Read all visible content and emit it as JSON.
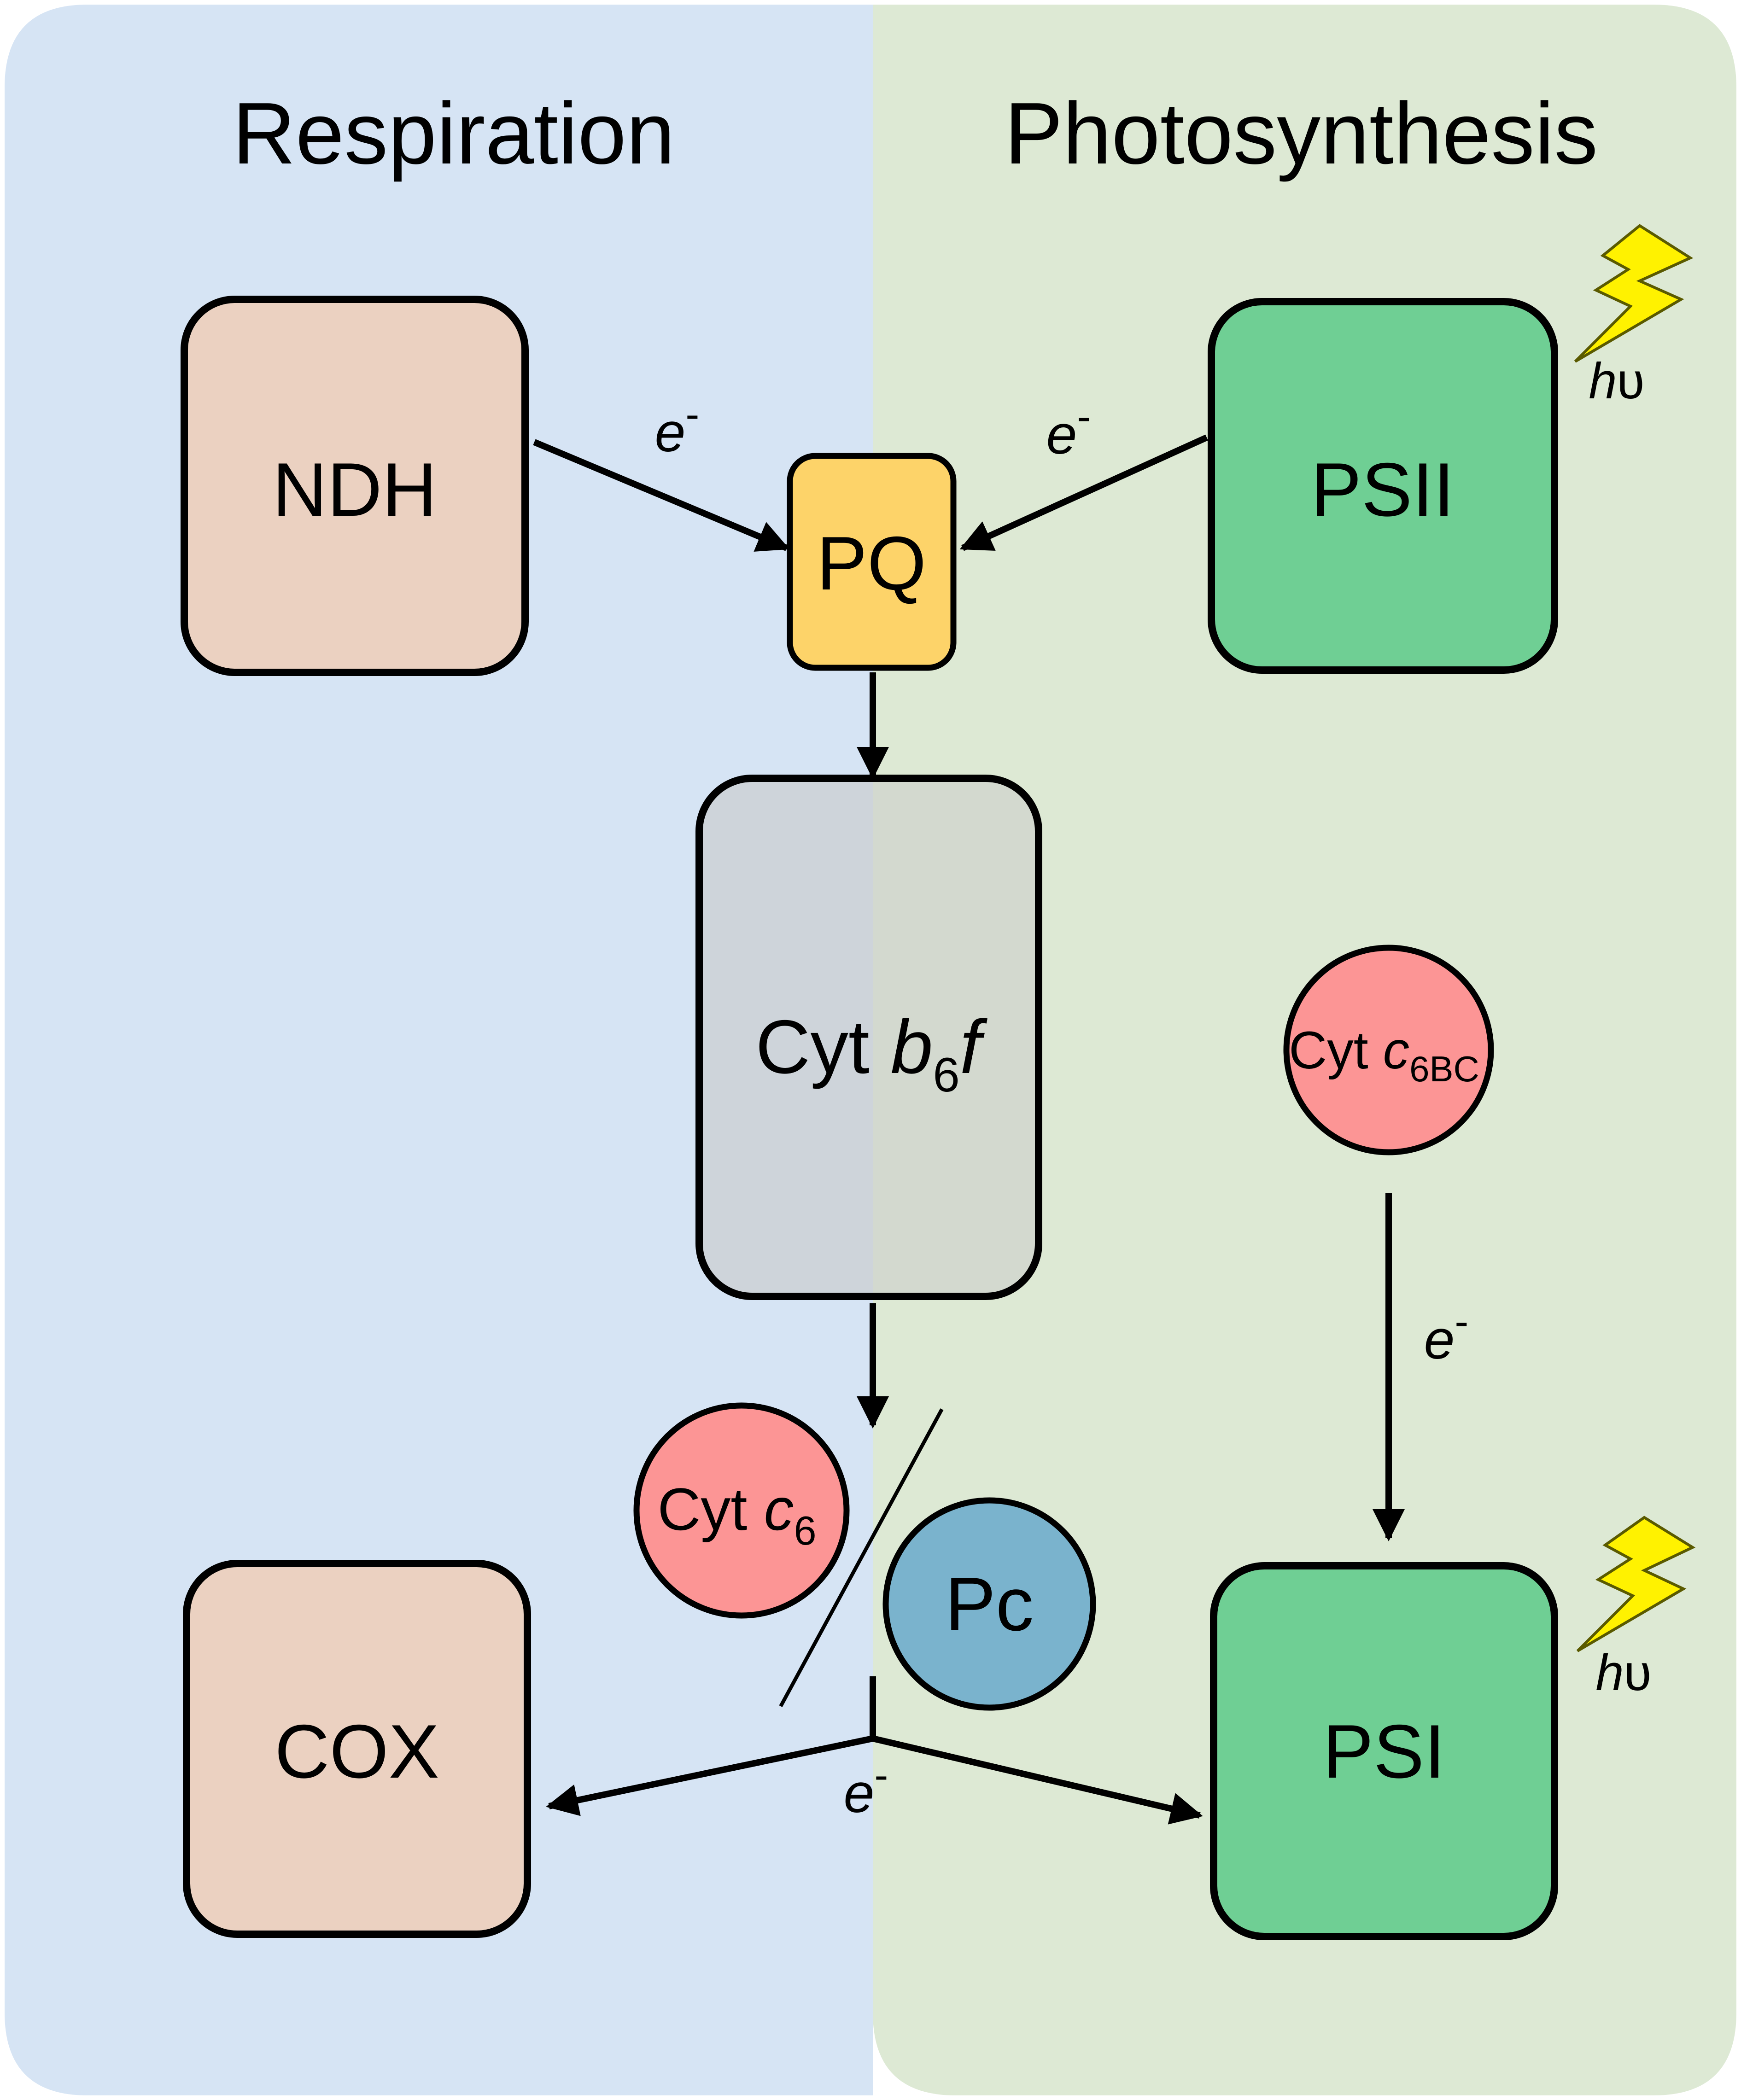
{
  "panels": {
    "respiration": {
      "title": "Respiration",
      "color": "#d6e4f4"
    },
    "photosynthesis": {
      "title": "Photosynthesis",
      "color": "#dde9d4"
    }
  },
  "nodes": {
    "ndh": {
      "label": "NDH",
      "color": "#ebd1c1"
    },
    "pq": {
      "label": "PQ",
      "color": "#fdd369"
    },
    "psii": {
      "label": "PSII",
      "color": "#6fcf94"
    },
    "cytb6f": {
      "label_main": "Cyt ",
      "label_italic": "b",
      "label_sub": "6",
      "label_italic2": "f",
      "color_left": "#ced4da",
      "color_right": "#d3d9cf"
    },
    "cytc6bc": {
      "label_main": "Cyt ",
      "label_italic": "c",
      "label_sub": "6BC",
      "color": "#fc9595"
    },
    "cytc6": {
      "label_main": "Cyt ",
      "label_italic": "c",
      "label_sub": "6",
      "color": "#fc9595"
    },
    "pc": {
      "label": "Pc",
      "color": "#7ab3cd"
    },
    "cox": {
      "label": "COX",
      "color": "#ebd1c1"
    },
    "psi": {
      "label": "PSI",
      "color": "#6fcf94"
    }
  },
  "electron_labels": {
    "e_base": "e",
    "e_sup": "-"
  },
  "light": {
    "h": "h",
    "nu": "υ",
    "bolt_color": "#fff200",
    "bolt_outline": "#5a5a00"
  }
}
